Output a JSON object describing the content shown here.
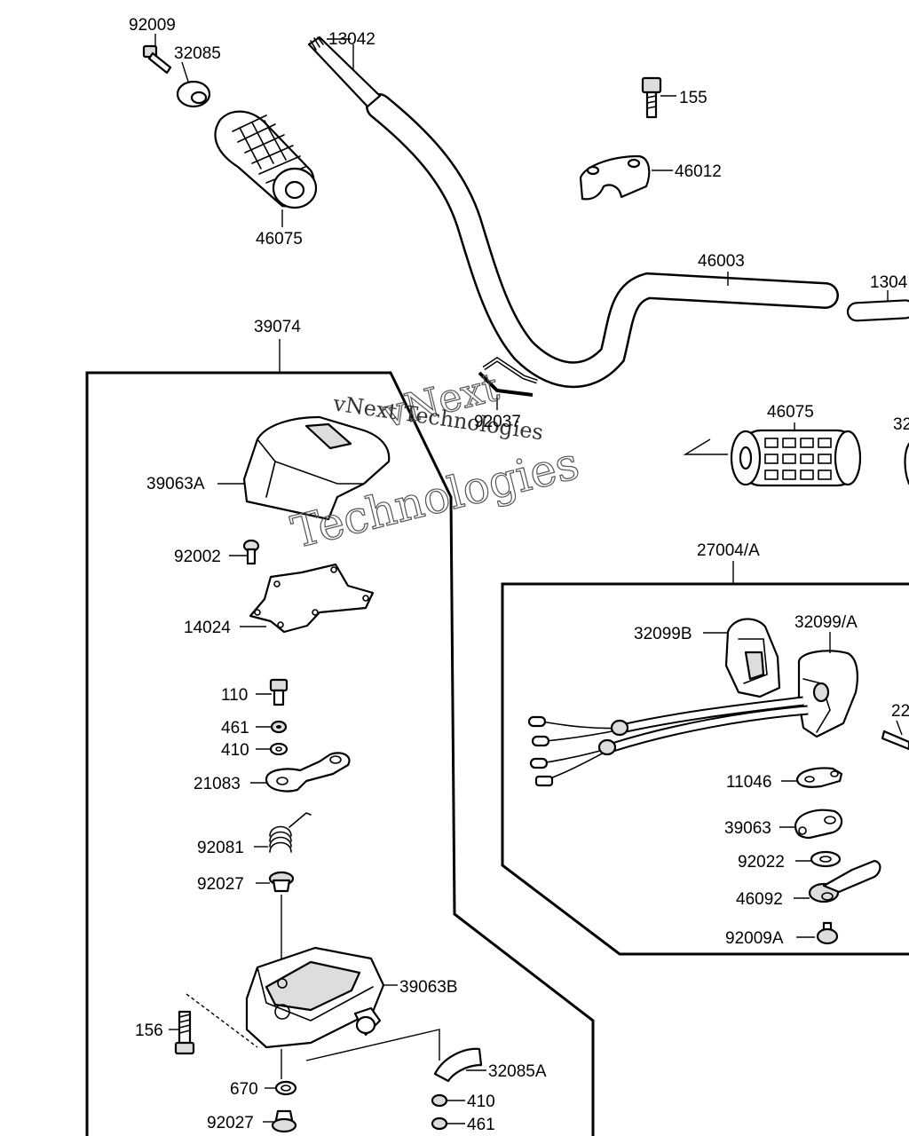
{
  "watermark": {
    "line1": "vNext Technologies",
    "outline1": "vNext",
    "outline2": "Technologies"
  },
  "labels": {
    "p92009": "92009",
    "p32085": "32085",
    "p13042": "13042",
    "p155": "155",
    "p46012": "46012",
    "p46075a": "46075",
    "p46003": "46003",
    "p1304x": "1304",
    "p39074": "39074",
    "p92037": "92037",
    "p46075b": "46075",
    "p32x": "32",
    "p39063A": "39063A",
    "p92002": "92002",
    "p14024": "14024",
    "p27004": "27004/A",
    "p32099B": "32099B",
    "p32099A": "32099/A",
    "p22x": "22",
    "p110": "110",
    "p461a": "461",
    "p410a": "410",
    "p21083": "21083",
    "p11046": "11046",
    "p39063": "39063",
    "p92081": "92081",
    "p92022": "92022",
    "p92027a": "92027",
    "p46092": "46092",
    "p92009A": "92009A",
    "p39063B": "39063B",
    "p156": "156",
    "p32085A": "32085A",
    "p670": "670",
    "p410b": "410",
    "p92027b": "92027",
    "p461b": "461"
  }
}
